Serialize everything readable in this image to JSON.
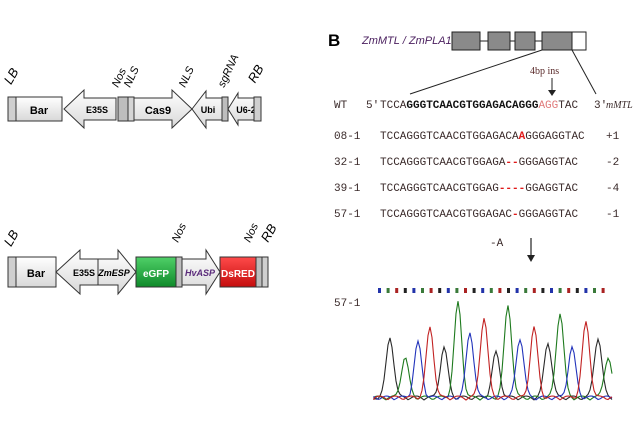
{
  "panel_b": {
    "letter": "B",
    "gene_title": "ZmMTL / ZmPLA1",
    "ins_label": "4bp ins",
    "mutation_header": "mMTL"
  },
  "construct1": {
    "lb": "LB",
    "rb": "RB",
    "bar": "Bar",
    "e35s": "E35S",
    "nos": "Nos",
    "nls1": "NLS",
    "cas9": "Cas9",
    "nls2": "NLS",
    "ubi": "Ubi",
    "sgrna": "sgRNA",
    "u6": "U6-2"
  },
  "construct2": {
    "lb": "LB",
    "rb": "RB",
    "bar": "Bar",
    "e35s": "E35S",
    "zmesp": "ZmESP",
    "egfp": "eGFP",
    "nos1": "Nos",
    "hvasp": "HvASP",
    "dsred": "DsRED",
    "nos2": "Nos",
    "colors": {
      "egfp": "#1aa83a",
      "dsred": "#e01818"
    }
  },
  "alignment": {
    "wt": {
      "label": "WT",
      "five": "5'",
      "prefix": "TCCA",
      "bold": "GGGTCAACGTGGAGACAGGG",
      "pink": "AGG",
      "suffix": "TAC",
      "three": "3'"
    },
    "rows": [
      {
        "label": "08-1",
        "pre": "TCCAGGGTCAACGTGGAGACA",
        "hl": "A",
        "post": "GGGAGGTAC",
        "delta": "+1"
      },
      {
        "label": "32-1",
        "pre": "TCCAGGGTCAACGTGGAGA",
        "hl": "--",
        "post": "GGGAGGTAC",
        "delta": "-2"
      },
      {
        "label": "39-1",
        "pre": "TCCAGGGTCAACGTGGAG",
        "hl": "----",
        "post": "GGAGGTAC",
        "delta": "-4"
      },
      {
        "label": "57-1",
        "pre": "TCCAGGGTCAACGTGGAGAC",
        "hl": "-",
        "post": "GGGAGGTAC",
        "delta": "-1"
      }
    ],
    "minus_a": "-A",
    "chromatogram_label": "57-1"
  }
}
